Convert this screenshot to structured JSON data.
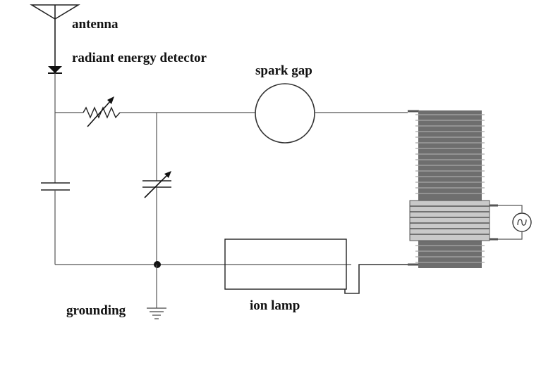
{
  "labels": {
    "antenna": "antenna",
    "detector": "radiant energy detector",
    "spark_gap": "spark gap",
    "grounding": "grounding",
    "ion_lamp": "ion lamp"
  },
  "colors": {
    "background": "#ffffff",
    "wire": "#555555",
    "coil_dark": "#6e6e6e",
    "coil_band": "#c9c9c9",
    "text": "#111111"
  },
  "icons": {
    "antenna": "antenna-symbol",
    "diode": "diode-symbol",
    "variable_resistor": "variable-resistor-symbol",
    "capacitor": "capacitor-symbol",
    "variable_capacitor": "variable-capacitor-symbol",
    "ground": "ground-symbol",
    "coil": "transformer-coil",
    "lamp": "lamp-symbol"
  }
}
